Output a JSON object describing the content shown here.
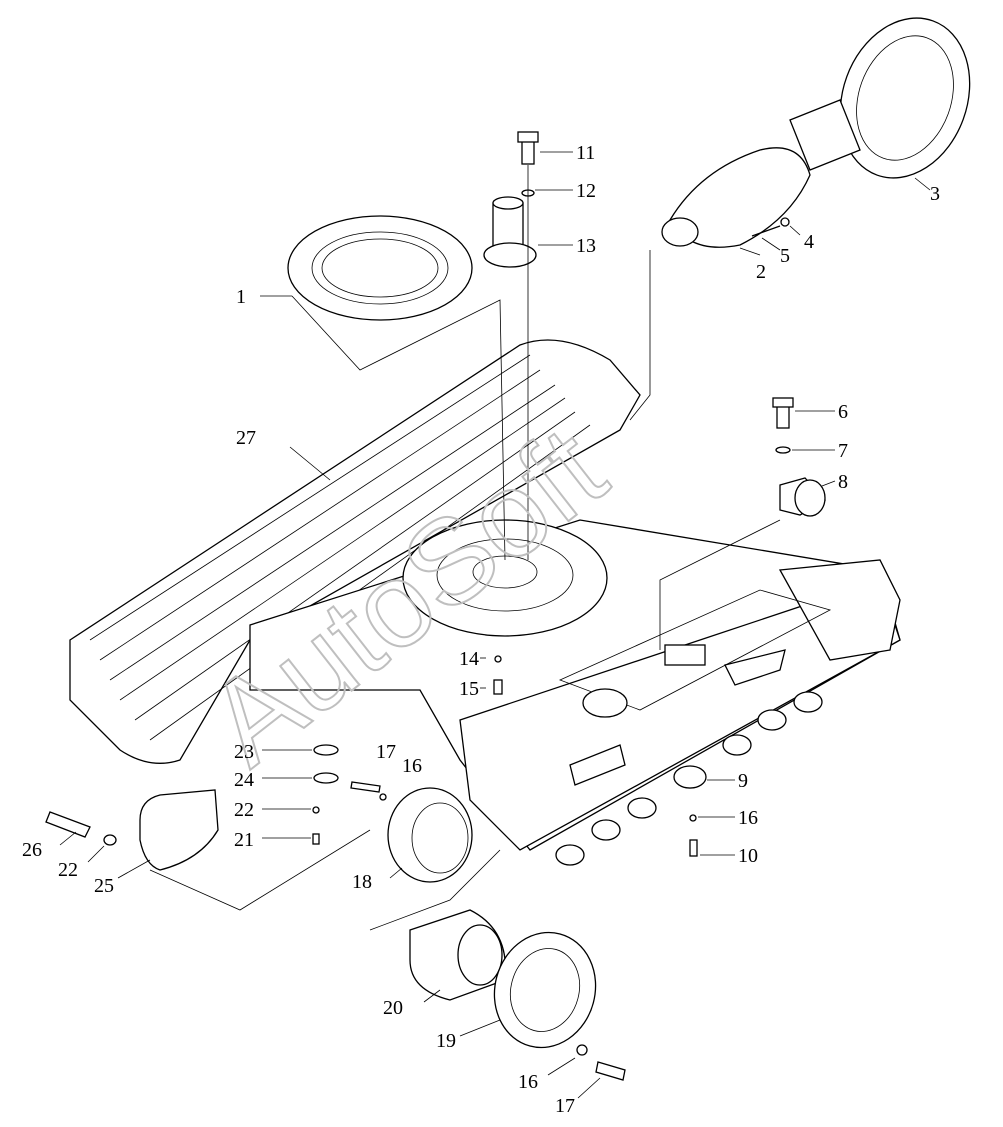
{
  "diagram": {
    "watermark": "AutoSoft",
    "corner_mark": "",
    "callouts": [
      {
        "id": "c1",
        "label": "1"
      },
      {
        "id": "c2",
        "label": "2"
      },
      {
        "id": "c3",
        "label": "3"
      },
      {
        "id": "c4",
        "label": "4"
      },
      {
        "id": "c5",
        "label": "5"
      },
      {
        "id": "c6",
        "label": "6"
      },
      {
        "id": "c7",
        "label": "7"
      },
      {
        "id": "c8",
        "label": "8"
      },
      {
        "id": "c9",
        "label": "9"
      },
      {
        "id": "c10",
        "label": "10"
      },
      {
        "id": "c11",
        "label": "11"
      },
      {
        "id": "c12",
        "label": "12"
      },
      {
        "id": "c13",
        "label": "13"
      },
      {
        "id": "c14",
        "label": "14"
      },
      {
        "id": "c15",
        "label": "15"
      },
      {
        "id": "c16a",
        "label": "16"
      },
      {
        "id": "c16b",
        "label": "16"
      },
      {
        "id": "c16c",
        "label": "16"
      },
      {
        "id": "c17a",
        "label": "17"
      },
      {
        "id": "c17b",
        "label": "17"
      },
      {
        "id": "c18",
        "label": "18"
      },
      {
        "id": "c19",
        "label": "19"
      },
      {
        "id": "c20",
        "label": "20"
      },
      {
        "id": "c21",
        "label": "21"
      },
      {
        "id": "c22a",
        "label": "22"
      },
      {
        "id": "c22b",
        "label": "22"
      },
      {
        "id": "c23",
        "label": "23"
      },
      {
        "id": "c24",
        "label": "24"
      },
      {
        "id": "c25",
        "label": "25"
      },
      {
        "id": "c26",
        "label": "26"
      },
      {
        "id": "c27",
        "label": "27"
      }
    ]
  }
}
